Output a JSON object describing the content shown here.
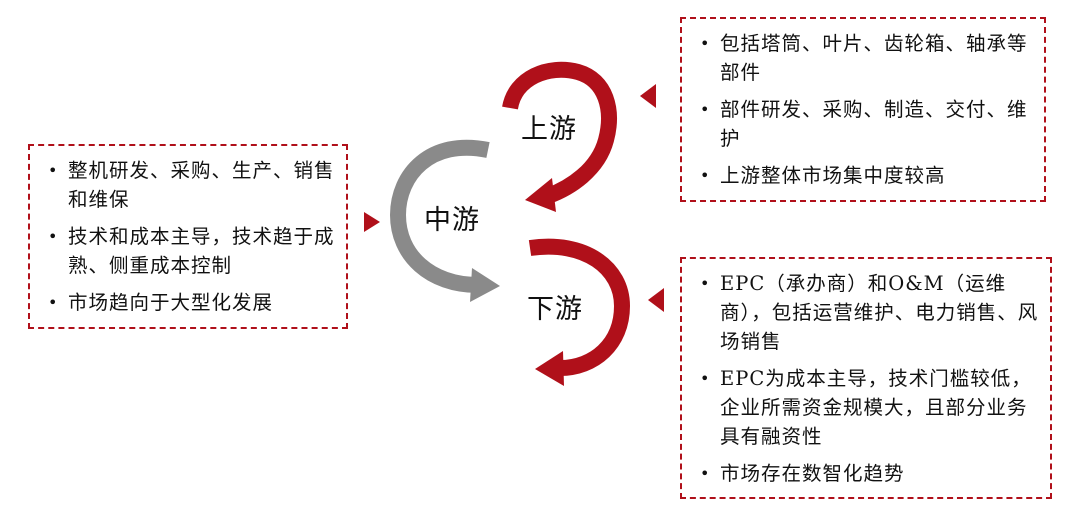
{
  "colors": {
    "accent": "#b0101a",
    "midstream_arrow": "#8a8a8a",
    "border": "#b0101a"
  },
  "midstream": {
    "label": "中游",
    "items": [
      "整机研发、采购、生产、销售和维保",
      "技术和成本主导，技术趋于成熟、侧重成本控制",
      "市场趋向于大型化发展"
    ]
  },
  "upstream": {
    "label": "上游",
    "items": [
      "包括塔筒、叶片、齿轮箱、轴承等部件",
      "部件研发、采购、制造、交付、维护",
      "上游整体市场集中度较高"
    ]
  },
  "downstream": {
    "label": "下游",
    "items": [
      "EPC（承办商）和O&M（运维商），包括运营维护、电力销售、风场销售",
      "EPC为成本主导，技术门槛较低，企业所需资金规模大，且部分业务具有融资性",
      "市场存在数智化趋势"
    ]
  }
}
